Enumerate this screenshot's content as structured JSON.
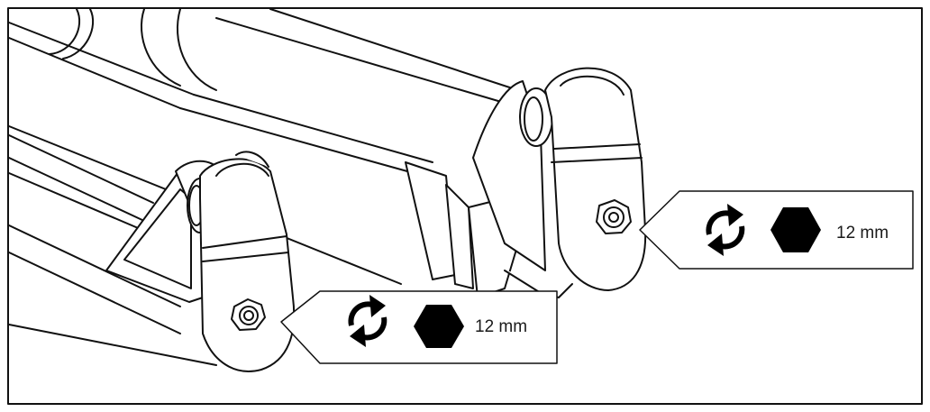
{
  "callouts": [
    {
      "id": "lower-bolt",
      "tool_size": "12 mm",
      "rotate_icon": "rotate-arrows-icon",
      "tool_icon": "hex-socket-icon"
    },
    {
      "id": "upper-bolt",
      "tool_size": "12 mm",
      "rotate_icon": "rotate-arrows-icon",
      "tool_icon": "hex-socket-icon"
    }
  ],
  "colors": {
    "line": "#111111",
    "fill": "#ffffff",
    "icon": "#000000"
  }
}
